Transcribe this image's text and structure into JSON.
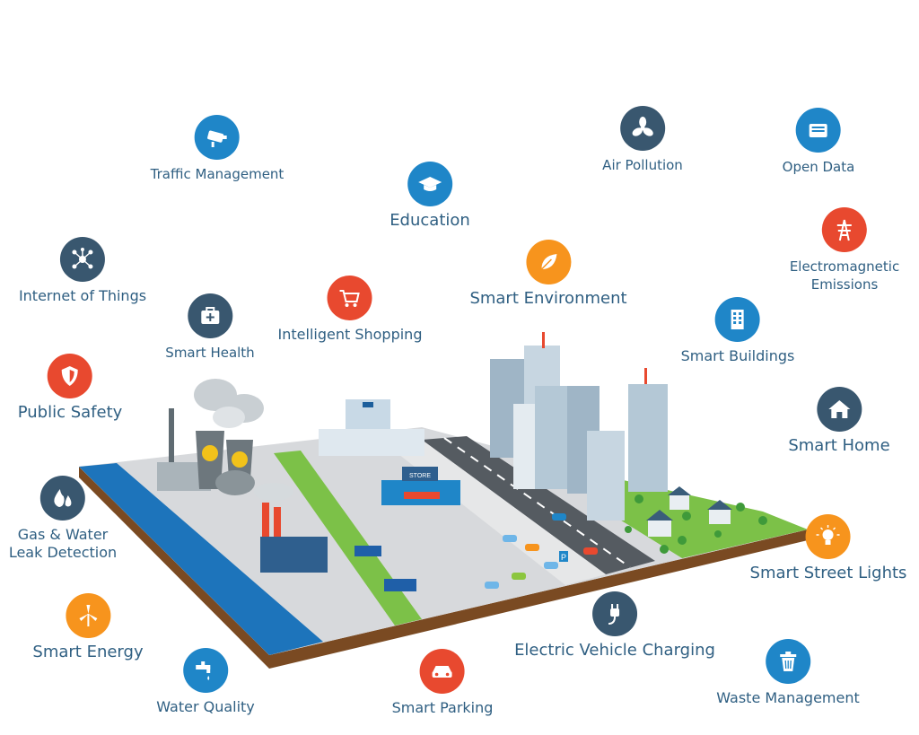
{
  "colors": {
    "dark": "#39576f",
    "orange": "#f7941d",
    "red": "#e8492f",
    "blue": "#1f86c8",
    "text": "#2f5f82"
  },
  "features": {
    "traffic": {
      "label": "Traffic Management",
      "icon": "camera-icon",
      "color": "#1f86c8"
    },
    "education": {
      "label": "Education",
      "icon": "graduation-cap-icon",
      "color": "#1f86c8"
    },
    "air": {
      "label": "Air Pollution",
      "icon": "fan-icon",
      "color": "#39576f"
    },
    "opendata": {
      "label": "Open Data",
      "icon": "folder-icon",
      "color": "#1f86c8"
    },
    "em": {
      "label_line1": "Electromagnetic",
      "label_line2": "Emissions",
      "icon": "power-tower-icon",
      "color": "#e8492f"
    },
    "iot": {
      "label": "Internet of Things",
      "icon": "network-icon",
      "color": "#39576f"
    },
    "health": {
      "label": "Smart Health",
      "icon": "medical-kit-icon",
      "color": "#39576f"
    },
    "shopping": {
      "label": "Intelligent Shopping",
      "icon": "cart-icon",
      "color": "#e8492f"
    },
    "environment": {
      "label": "Smart Environment",
      "icon": "leaf-icon",
      "color": "#f7941d"
    },
    "buildings": {
      "label": "Smart Buildings",
      "icon": "building-icon",
      "color": "#1f86c8"
    },
    "safety": {
      "label": "Public Safety",
      "icon": "shield-icon",
      "color": "#e8492f"
    },
    "home": {
      "label": "Smart Home",
      "icon": "house-icon",
      "color": "#39576f"
    },
    "leak": {
      "label_line1": "Gas & Water",
      "label_line2": "Leak Detection",
      "icon": "flame-drop-icon",
      "color": "#39576f"
    },
    "streetlights": {
      "label": "Smart Street Lights",
      "icon": "bulb-icon",
      "color": "#f7941d"
    },
    "energy": {
      "label": "Smart Energy",
      "icon": "wind-turbine-icon",
      "color": "#f7941d"
    },
    "ev": {
      "label": "Electric Vehicle Charging",
      "icon": "plug-icon",
      "color": "#39576f"
    },
    "water": {
      "label": "Water Quality",
      "icon": "faucet-icon",
      "color": "#1f86c8"
    },
    "parking": {
      "label": "Smart Parking",
      "icon": "car-icon",
      "color": "#e8492f"
    },
    "waste": {
      "label": "Waste Management",
      "icon": "trash-icon",
      "color": "#1f86c8"
    }
  },
  "city": {
    "store_sign": "STORE",
    "parking_sign": "P"
  }
}
